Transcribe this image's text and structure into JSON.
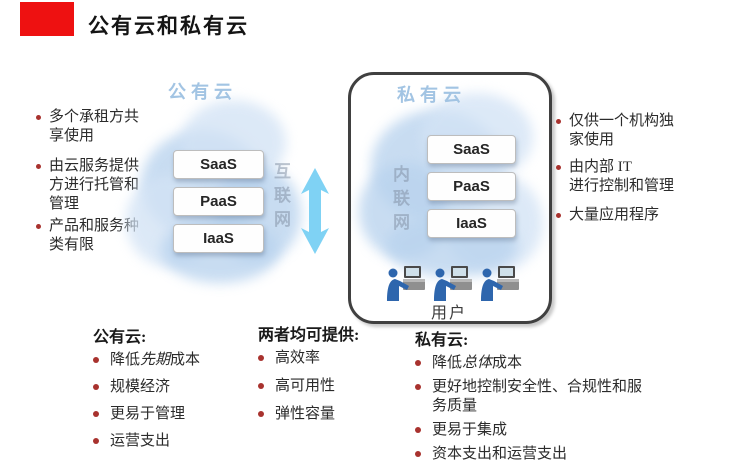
{
  "colors": {
    "accent_red": "#ee1111",
    "bullet_red": "#a8322e",
    "cloud_blue": "#b9d3ee",
    "arrow_blue": "#7fd2f4",
    "cloud_label_blue": "#a2c4e3",
    "network_label_gray": "#8c9bab",
    "container_border": "#404040"
  },
  "header": {
    "title": "公有云和私有云"
  },
  "diagram": {
    "public_cloud": {
      "label": "公有云",
      "network_label": "互联网",
      "layers": [
        "SaaS",
        "PaaS",
        "IaaS"
      ]
    },
    "private_cloud": {
      "label": "私有云",
      "network_label": "内联网",
      "layers": [
        "SaaS",
        "PaaS",
        "IaaS"
      ],
      "users_label": "用户"
    },
    "left_bullets": [
      {
        "text": "多个承租方共享使用"
      },
      {
        "text": "由云服务提供方进行托管和管理"
      },
      {
        "text": "产品和服务种类有限"
      }
    ],
    "right_bullets": [
      {
        "text": "仅供一个机构独家使用"
      },
      {
        "line1": "由内部 IT",
        "line2": "进行控制和管理"
      },
      {
        "text": "大量应用程序"
      }
    ]
  },
  "comparison": {
    "public": {
      "heading": "公有云:",
      "items": [
        {
          "pre": "降低",
          "em": "先期",
          "post": "成本"
        },
        {
          "text": "规模经济"
        },
        {
          "text": "更易于管理"
        },
        {
          "text": "运营支出"
        }
      ]
    },
    "both": {
      "heading": "两者均可提供:",
      "items": [
        {
          "text": "高效率"
        },
        {
          "text": "高可用性"
        },
        {
          "text": "弹性容量"
        }
      ]
    },
    "private": {
      "heading": "私有云:",
      "items": [
        {
          "pre": "降低",
          "em": "总体",
          "post": "成本"
        },
        {
          "text": "更好地控制安全性、合规性和服务质量"
        },
        {
          "text": "更易于集成"
        },
        {
          "text": "资本支出和运营支出"
        }
      ]
    }
  }
}
